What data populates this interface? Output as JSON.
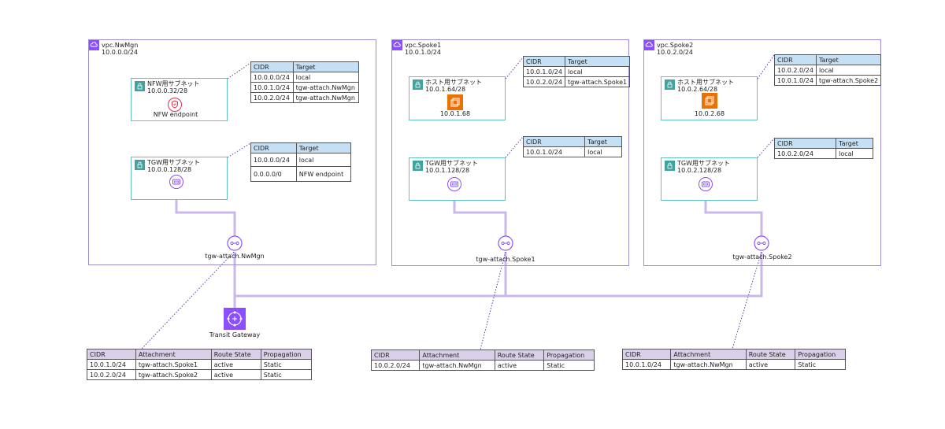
{
  "vpcs": [
    {
      "name": "vpc.NwMgn",
      "cidr": "10.0.0.0/24"
    },
    {
      "name": "vpc.Spoke1",
      "cidr": "10.0.1.0/24"
    },
    {
      "name": "vpc.Spoke2",
      "cidr": "10.0.2.0/24"
    }
  ],
  "subnets": {
    "nwmgn_nfw": {
      "name": "NFW用サブネット",
      "cidr": "10.0.0.32/28"
    },
    "nwmgn_tgw": {
      "name": "TGW用サブネット",
      "cidr": "10.0.0.128/28"
    },
    "spoke1_host": {
      "name": "ホスト用サブネット",
      "cidr": "10.0.1.64/28"
    },
    "spoke1_tgw": {
      "name": "TGW用サブネット",
      "cidr": "10.0.1.128/28"
    },
    "spoke2_host": {
      "name": "ホスト用サブネット",
      "cidr": "10.0.2.64/28"
    },
    "spoke2_tgw": {
      "name": "TGW用サブネット",
      "cidr": "10.0.2.128/28"
    }
  },
  "labels": {
    "nfw_endpoint": "NFW endpoint",
    "host1_ip": "10.0.1.68",
    "host2_ip": "10.0.2.68",
    "attach_nwmgn": "tgw-attach.NwMgn",
    "attach_spoke1": "tgw-attach.Spoke1",
    "attach_spoke2": "tgw-attach.Spoke2",
    "transit_gateway": "Transit Gateway"
  },
  "vpc_route_tables": {
    "headers": [
      "CIDR",
      "Target"
    ],
    "nwmgn_nfw": [
      [
        "10.0.0.0/24",
        "local"
      ],
      [
        "10.0.1.0/24",
        "tgw-attach.NwMgn"
      ],
      [
        "10.0.2.0/24",
        "tgw-attach.NwMgn"
      ]
    ],
    "nwmgn_tgw": [
      [
        "10.0.0.0/24",
        "local"
      ],
      [
        "0.0.0.0/0",
        "NFW endpoint"
      ]
    ],
    "spoke1_host": [
      [
        "10.0.1.0/24",
        "local"
      ],
      [
        "10.0.2.0/24",
        "tgw-attach.Spoke1"
      ]
    ],
    "spoke1_tgw": [
      [
        "10.0.1.0/24",
        "local"
      ]
    ],
    "spoke2_host": [
      [
        "10.0.2.0/24",
        "local"
      ],
      [
        "10.0.1.0/24",
        "tgw-attach.Spoke2"
      ]
    ],
    "spoke2_tgw": [
      [
        "10.0.2.0/24",
        "local"
      ]
    ]
  },
  "tgw_route_tables": {
    "headers": [
      "CIDR",
      "Attachment",
      "Route State",
      "Propagation"
    ],
    "nwmgn": [
      [
        "10.0.1.0/24",
        "tgw-attach.Spoke1",
        "active",
        "Static"
      ],
      [
        "10.0.2.0/24",
        "tgw-attach.Spoke2",
        "active",
        "Static"
      ]
    ],
    "spoke1": [
      [
        "10.0.2.0/24",
        "tgw-attach.NwMgn",
        "active",
        "Static"
      ]
    ],
    "spoke2": [
      [
        "10.0.1.0/24",
        "tgw-attach.NwMgn",
        "active",
        "Static"
      ]
    ]
  },
  "colors": {
    "vpc_border": "#9d8bd6",
    "subnet_border": "#5fc3c2",
    "subnet_icon": "#3fa39f",
    "tgw": "#8c4fff",
    "ec2": "#ed7100",
    "nfw": "#dd344c",
    "link": "#c9b8e8"
  }
}
